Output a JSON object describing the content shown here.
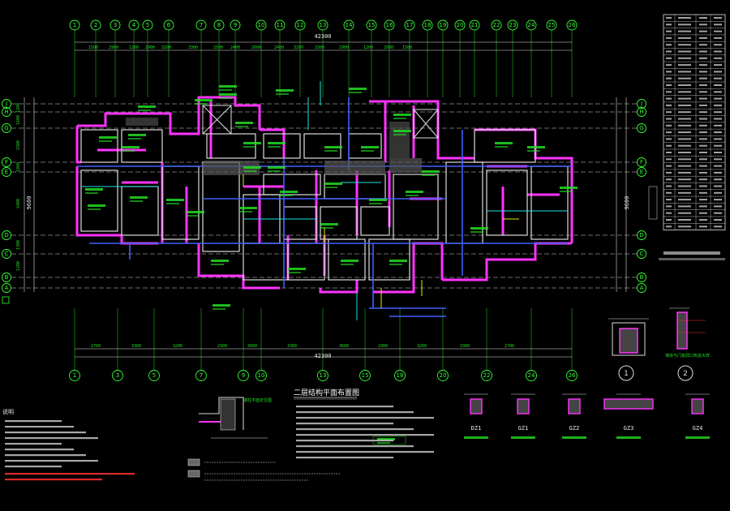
{
  "drawing": {
    "axis_numbers": [
      "1",
      "2",
      "3",
      "4",
      "5",
      "6",
      "7",
      "8",
      "9",
      "10",
      "11",
      "12",
      "13",
      "14",
      "15",
      "16",
      "17",
      "18",
      "19",
      "20",
      "21",
      "22",
      "23",
      "24",
      "25",
      "26"
    ],
    "bottom_axis_numbers": [
      "1",
      "3",
      "5",
      "7",
      "9",
      "10",
      "13",
      "15",
      "18",
      "20",
      "22",
      "24",
      "26"
    ],
    "axis_letters": [
      "J",
      "H",
      "G",
      "F",
      "E",
      "D",
      "C",
      "B",
      "A"
    ],
    "overall_dim_top": "42300",
    "overall_dim_bottom": "42300",
    "top_dims": [
      "1500",
      "2900",
      "1200",
      "2900",
      "3200",
      "3300",
      "2500",
      "2400",
      "2600",
      "2400",
      "3200",
      "3300",
      "2900",
      "1200",
      "2900",
      "1500"
    ],
    "bottom_dims": [
      "2700",
      "3300",
      "3200",
      "2900",
      "3600",
      "3300",
      "3600",
      "2900",
      "3200",
      "3300",
      "2700"
    ],
    "left_dims": [
      "1200",
      "1600",
      "1500",
      "1800",
      "2400",
      "1300",
      "1200"
    ],
    "left_total": "9600",
    "right_total": "9600",
    "plan_title": "二层结构平面布置图",
    "detail_circle_1": "1",
    "detail_circle_2": "2",
    "detail_caption_2": "墙体与门窗洞口构造大样",
    "column_labels": [
      "DZ1",
      "GZ1",
      "GZ2",
      "GZ3",
      "GZ4"
    ],
    "legend_caption": "墙柱平面定位图",
    "notes_heading": "说明"
  },
  "colors": {
    "background": "#000000",
    "wall": "#ff33ff",
    "grid": "#22dd22",
    "dashed": "#d8d8d8",
    "beam": "#4060ff",
    "bubble": "#33ff33",
    "cyan": "#22e0e0",
    "yellow": "#e8e800",
    "red": "#ff3030"
  }
}
